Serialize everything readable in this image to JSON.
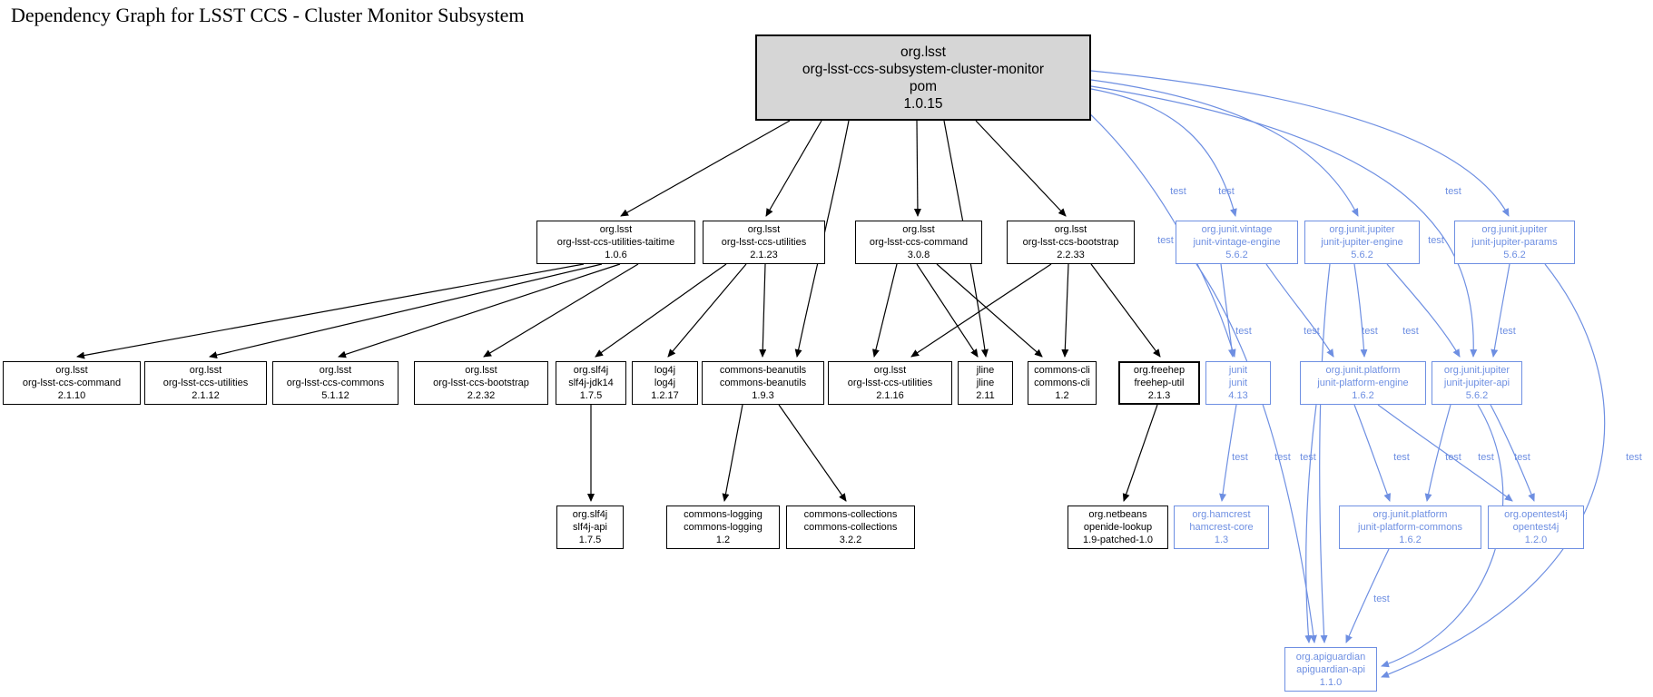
{
  "title": "Dependency Graph for LSST CCS - Cluster Monitor Subsystem",
  "edge_label": "test",
  "colors": {
    "test_scope": "#6e8fe2",
    "compile_scope": "#000000",
    "root_fill": "#d6d6d6"
  },
  "nodes": {
    "root": {
      "lines": [
        "org.lsst",
        "org-lsst-ccs-subsystem-cluster-monitor",
        "pom",
        "1.0.15"
      ]
    },
    "taitime": {
      "lines": [
        "org.lsst",
        "org-lsst-ccs-utilities-taitime",
        "1.0.6"
      ]
    },
    "utilities_2_1_23": {
      "lines": [
        "org.lsst",
        "org-lsst-ccs-utilities",
        "2.1.23"
      ]
    },
    "command_3_0_8": {
      "lines": [
        "org.lsst",
        "org-lsst-ccs-command",
        "3.0.8"
      ]
    },
    "bootstrap_2_2_33": {
      "lines": [
        "org.lsst",
        "org-lsst-ccs-bootstrap",
        "2.2.33"
      ]
    },
    "vintage_engine": {
      "lines": [
        "org.junit.vintage",
        "junit-vintage-engine",
        "5.6.2"
      ]
    },
    "jupiter_engine": {
      "lines": [
        "org.junit.jupiter",
        "junit-jupiter-engine",
        "5.6.2"
      ]
    },
    "jupiter_params": {
      "lines": [
        "org.junit.jupiter",
        "junit-jupiter-params",
        "5.6.2"
      ]
    },
    "command_2_1_10": {
      "lines": [
        "org.lsst",
        "org-lsst-ccs-command",
        "2.1.10"
      ]
    },
    "utilities_2_1_12": {
      "lines": [
        "org.lsst",
        "org-lsst-ccs-utilities",
        "2.1.12"
      ]
    },
    "commons_5_1_12": {
      "lines": [
        "org.lsst",
        "org-lsst-ccs-commons",
        "5.1.12"
      ]
    },
    "bootstrap_2_2_32": {
      "lines": [
        "org.lsst",
        "org-lsst-ccs-bootstrap",
        "2.2.32"
      ]
    },
    "slf4j_jdk14": {
      "lines": [
        "org.slf4j",
        "slf4j-jdk14",
        "1.7.5"
      ]
    },
    "log4j": {
      "lines": [
        "log4j",
        "log4j",
        "1.2.17"
      ]
    },
    "commons_beanutils": {
      "lines": [
        "commons-beanutils",
        "commons-beanutils",
        "1.9.3"
      ]
    },
    "utilities_2_1_16": {
      "lines": [
        "org.lsst",
        "org-lsst-ccs-utilities",
        "2.1.16"
      ]
    },
    "jline": {
      "lines": [
        "jline",
        "jline",
        "2.11"
      ]
    },
    "commons_cli": {
      "lines": [
        "commons-cli",
        "commons-cli",
        "1.2"
      ]
    },
    "freehep_util": {
      "lines": [
        "org.freehep",
        "freehep-util",
        "2.1.3"
      ]
    },
    "junit": {
      "lines": [
        "junit",
        "junit",
        "4.13"
      ]
    },
    "platform_engine": {
      "lines": [
        "org.junit.platform",
        "junit-platform-engine",
        "1.6.2"
      ]
    },
    "jupiter_api": {
      "lines": [
        "org.junit.jupiter",
        "junit-jupiter-api",
        "5.6.2"
      ]
    },
    "slf4j_api": {
      "lines": [
        "org.slf4j",
        "slf4j-api",
        "1.7.5"
      ]
    },
    "commons_logging": {
      "lines": [
        "commons-logging",
        "commons-logging",
        "1.2"
      ]
    },
    "commons_collections": {
      "lines": [
        "commons-collections",
        "commons-collections",
        "3.2.2"
      ]
    },
    "openide_lookup": {
      "lines": [
        "org.netbeans",
        "openide-lookup",
        "1.9-patched-1.0"
      ]
    },
    "hamcrest_core": {
      "lines": [
        "org.hamcrest",
        "hamcrest-core",
        "1.3"
      ]
    },
    "platform_commons": {
      "lines": [
        "org.junit.platform",
        "junit-platform-commons",
        "1.6.2"
      ]
    },
    "opentest4j": {
      "lines": [
        "org.opentest4j",
        "opentest4j",
        "1.2.0"
      ]
    },
    "apiguardian": {
      "lines": [
        "org.apiguardian",
        "apiguardian-api",
        "1.1.0"
      ]
    }
  },
  "edges": [
    {
      "from": "root",
      "to": "taitime",
      "scope": "compile"
    },
    {
      "from": "root",
      "to": "utilities_2_1_23",
      "scope": "compile"
    },
    {
      "from": "root",
      "to": "commons_beanutils",
      "scope": "compile"
    },
    {
      "from": "root",
      "to": "command_3_0_8",
      "scope": "compile"
    },
    {
      "from": "root",
      "to": "jline",
      "scope": "compile"
    },
    {
      "from": "root",
      "to": "bootstrap_2_2_33",
      "scope": "compile"
    },
    {
      "from": "taitime",
      "to": "command_2_1_10",
      "scope": "compile"
    },
    {
      "from": "taitime",
      "to": "utilities_2_1_12",
      "scope": "compile"
    },
    {
      "from": "taitime",
      "to": "commons_5_1_12",
      "scope": "compile"
    },
    {
      "from": "taitime",
      "to": "bootstrap_2_2_32",
      "scope": "compile"
    },
    {
      "from": "utilities_2_1_23",
      "to": "slf4j_jdk14",
      "scope": "compile"
    },
    {
      "from": "utilities_2_1_23",
      "to": "log4j",
      "scope": "compile"
    },
    {
      "from": "utilities_2_1_23",
      "to": "commons_beanutils",
      "scope": "compile"
    },
    {
      "from": "command_3_0_8",
      "to": "utilities_2_1_16",
      "scope": "compile"
    },
    {
      "from": "command_3_0_8",
      "to": "jline",
      "scope": "compile"
    },
    {
      "from": "command_3_0_8",
      "to": "commons_cli",
      "scope": "compile"
    },
    {
      "from": "bootstrap_2_2_33",
      "to": "utilities_2_1_16",
      "scope": "compile"
    },
    {
      "from": "bootstrap_2_2_33",
      "to": "commons_cli",
      "scope": "compile"
    },
    {
      "from": "bootstrap_2_2_33",
      "to": "freehep_util",
      "scope": "compile"
    },
    {
      "from": "slf4j_jdk14",
      "to": "slf4j_api",
      "scope": "compile"
    },
    {
      "from": "commons_beanutils",
      "to": "commons_logging",
      "scope": "compile"
    },
    {
      "from": "commons_beanutils",
      "to": "commons_collections",
      "scope": "compile"
    },
    {
      "from": "freehep_util",
      "to": "openide_lookup",
      "scope": "compile"
    },
    {
      "from": "root",
      "to": "vintage_engine",
      "scope": "test"
    },
    {
      "from": "root",
      "to": "jupiter_engine",
      "scope": "test"
    },
    {
      "from": "root",
      "to": "jupiter_params",
      "scope": "test"
    },
    {
      "from": "root",
      "to": "junit",
      "scope": "test"
    },
    {
      "from": "root",
      "to": "jupiter_api",
      "scope": "test"
    },
    {
      "from": "vintage_engine",
      "to": "junit",
      "scope": "test"
    },
    {
      "from": "vintage_engine",
      "to": "platform_engine",
      "scope": "test"
    },
    {
      "from": "jupiter_engine",
      "to": "platform_engine",
      "scope": "test"
    },
    {
      "from": "jupiter_engine",
      "to": "jupiter_api",
      "scope": "test"
    },
    {
      "from": "jupiter_params",
      "to": "jupiter_api",
      "scope": "test"
    },
    {
      "from": "junit",
      "to": "hamcrest_core",
      "scope": "test"
    },
    {
      "from": "platform_engine",
      "to": "platform_commons",
      "scope": "test"
    },
    {
      "from": "platform_engine",
      "to": "opentest4j",
      "scope": "test"
    },
    {
      "from": "jupiter_api",
      "to": "platform_commons",
      "scope": "test"
    },
    {
      "from": "jupiter_api",
      "to": "opentest4j",
      "scope": "test"
    },
    {
      "from": "vintage_engine",
      "to": "apiguardian",
      "scope": "test"
    },
    {
      "from": "jupiter_engine",
      "to": "apiguardian",
      "scope": "test"
    },
    {
      "from": "jupiter_params",
      "to": "apiguardian",
      "scope": "test"
    },
    {
      "from": "platform_engine",
      "to": "apiguardian",
      "scope": "test"
    },
    {
      "from": "jupiter_api",
      "to": "apiguardian",
      "scope": "test"
    },
    {
      "from": "platform_commons",
      "to": "apiguardian",
      "scope": "test"
    }
  ]
}
